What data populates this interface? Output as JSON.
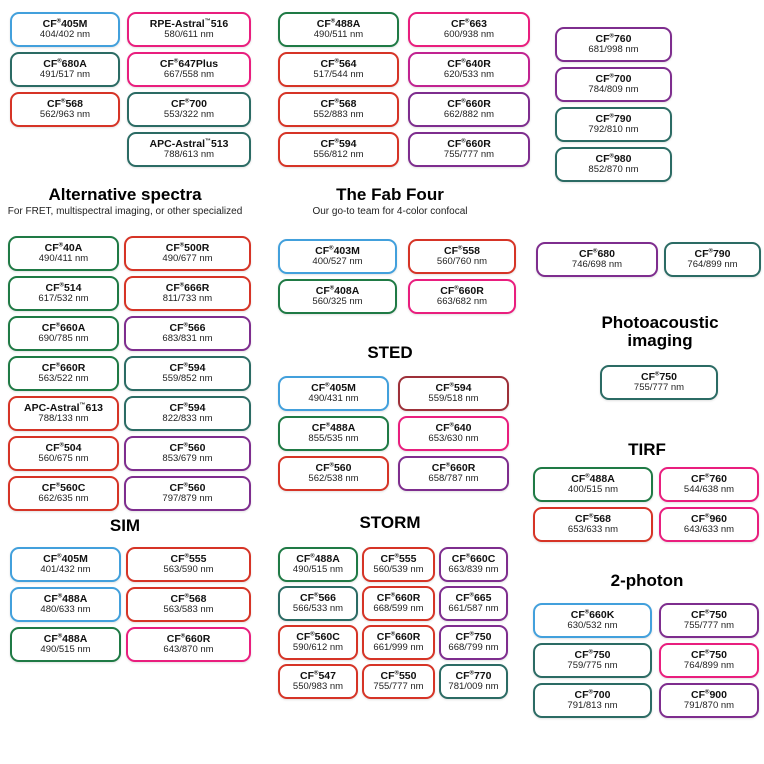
{
  "palette": {
    "blue": "#42a0dc",
    "green": "#1f7a45",
    "teal": "#2b6b64",
    "red": "#d63426",
    "maroon": "#9e3039",
    "pink": "#e91e7e",
    "magenta": "#c12391",
    "purple": "#7e2d8e"
  },
  "headers": {
    "alt": {
      "title": "Alternative spectra",
      "subtitle": "For FRET, multispectral imaging, or other specialized"
    },
    "fab": {
      "title": "The Fab Four",
      "subtitle": "Our go-to team for 4-color confocal"
    },
    "photoacoustic": {
      "title": "Photoacoustic imaging"
    },
    "sted": {
      "title": "STED"
    },
    "tirf": {
      "title": "TIRF"
    },
    "sim": {
      "title": "SIM"
    },
    "storm": {
      "title": "STORM"
    },
    "two_photon": {
      "title": "2-photon"
    }
  },
  "groups": {
    "top_col1": [
      {
        "name": "CF®405M",
        "value": "404/402 nm",
        "color": "blue"
      },
      {
        "name": "CF®680A",
        "value": "491/517 nm",
        "color": "teal"
      },
      {
        "name": "CF®568",
        "value": "562/963 nm",
        "color": "red"
      }
    ],
    "top_col2": [
      {
        "name": "RPE-Astral™516",
        "value": "580/611 nm",
        "color": "pink"
      },
      {
        "name": "CF®647Plus",
        "value": "667/558 nm",
        "color": "pink"
      },
      {
        "name": "CF®700",
        "value": "553/322 nm",
        "color": "teal"
      },
      {
        "name": "APC-Astral™513",
        "value": "788/613 nm",
        "color": "teal"
      }
    ],
    "top_col3": [
      {
        "name": "CF®488A",
        "value": "490/511 nm",
        "color": "green"
      },
      {
        "name": "CF®564",
        "value": "517/544 nm",
        "color": "red"
      },
      {
        "name": "CF®568",
        "value": "552/883 nm",
        "color": "red"
      },
      {
        "name": "CF®594",
        "value": "556/812 nm",
        "color": "red"
      }
    ],
    "top_col4": [
      {
        "name": "CF®663",
        "value": "600/938 nm",
        "color": "pink"
      },
      {
        "name": "CF®640R",
        "value": "620/533 nm",
        "color": "magenta"
      },
      {
        "name": "CF®660R",
        "value": "662/882 nm",
        "color": "purple"
      },
      {
        "name": "CF®660R",
        "value": "755/777 nm",
        "color": "purple"
      }
    ],
    "top_col5": [
      {
        "name": "CF®760",
        "value": "681/998 nm",
        "color": "purple"
      },
      {
        "name": "CF®700",
        "value": "784/809 nm",
        "color": "purple"
      },
      {
        "name": "CF®790",
        "value": "792/810 nm",
        "color": "teal"
      },
      {
        "name": "CF®980",
        "value": "852/870 nm",
        "color": "teal"
      }
    ],
    "alt_col1": [
      {
        "name": "CF®40A",
        "value": "490/411 nm",
        "color": "green"
      },
      {
        "name": "CF®514",
        "value": "617/532 nm",
        "color": "green"
      },
      {
        "name": "CF®660A",
        "value": "690/785 nm",
        "color": "green"
      },
      {
        "name": "CF®660R",
        "value": "563/522 nm",
        "color": "green"
      },
      {
        "name": "APC-Astral™613",
        "value": "788/133 nm",
        "color": "red"
      },
      {
        "name": "CF®504",
        "value": "560/675 nm",
        "color": "red"
      },
      {
        "name": "CF®560C",
        "value": "662/635 nm",
        "color": "red"
      }
    ],
    "alt_col2": [
      {
        "name": "CF®500R",
        "value": "490/677 nm",
        "color": "red"
      },
      {
        "name": "CF®666R",
        "value": "811/733 nm",
        "color": "red"
      },
      {
        "name": "CF®566",
        "value": "683/831 nm",
        "color": "purple"
      },
      {
        "name": "CF®594",
        "value": "559/852 nm",
        "color": "teal"
      },
      {
        "name": "CF®594",
        "value": "822/833 nm",
        "color": "teal"
      },
      {
        "name": "CF®560",
        "value": "853/679 nm",
        "color": "purple"
      },
      {
        "name": "CF®560",
        "value": "797/879 nm",
        "color": "purple"
      }
    ],
    "fab_four": [
      {
        "name": "CF®403M",
        "value": "400/527 nm",
        "color": "blue"
      },
      {
        "name": "CF®558",
        "value": "560/760 nm",
        "color": "red"
      },
      {
        "name": "CF®408A",
        "value": "560/325 nm",
        "color": "green"
      },
      {
        "name": "CF®660R",
        "value": "663/682 nm",
        "color": "pink"
      }
    ],
    "nir_pair": [
      {
        "name": "CF®680",
        "value": "746/698 nm",
        "color": "purple"
      },
      {
        "name": "CF®790",
        "value": "764/899 nm",
        "color": "teal"
      }
    ],
    "photoacoustic": [
      {
        "name": "CF®750",
        "value": "755/777 nm",
        "color": "teal"
      }
    ],
    "sted": [
      {
        "name": "CF®405M",
        "value": "490/431 nm",
        "color": "blue"
      },
      {
        "name": "CF®594",
        "value": "559/518 nm",
        "color": "maroon"
      },
      {
        "name": "CF®488A",
        "value": "855/535 nm",
        "color": "green"
      },
      {
        "name": "CF®640",
        "value": "653/630 nm",
        "color": "pink"
      },
      {
        "name": "CF®560",
        "value": "562/538 nm",
        "color": "red"
      },
      {
        "name": "CF®660R",
        "value": "658/787 nm",
        "color": "purple"
      }
    ],
    "tirf": [
      {
        "name": "CF®488A",
        "value": "400/515 nm",
        "color": "green"
      },
      {
        "name": "CF®760",
        "value": "544/638 nm",
        "color": "pink"
      },
      {
        "name": "CF®568",
        "value": "653/633 nm",
        "color": "red"
      },
      {
        "name": "CF®960",
        "value": "643/633 nm",
        "color": "pink"
      }
    ],
    "sim": [
      {
        "name": "CF®405M",
        "value": "401/432 nm",
        "color": "blue"
      },
      {
        "name": "CF®555",
        "value": "563/590 nm",
        "color": "red"
      },
      {
        "name": "CF®488A",
        "value": "480/633 nm",
        "color": "blue"
      },
      {
        "name": "CF®568",
        "value": "563/583 nm",
        "color": "red"
      },
      {
        "name": "CF®488A",
        "value": "490/515 nm",
        "color": "green"
      },
      {
        "name": "CF®660R",
        "value": "643/870 nm",
        "color": "pink"
      }
    ],
    "storm": [
      {
        "name": "CF®488A",
        "value": "490/515 nm",
        "color": "green"
      },
      {
        "name": "CF®555",
        "value": "560/539 nm",
        "color": "red"
      },
      {
        "name": "CF®660C",
        "value": "663/839 nm",
        "color": "purple"
      },
      {
        "name": "CF®566",
        "value": "566/533 nm",
        "color": "teal"
      },
      {
        "name": "CF®660R",
        "value": "668/599 nm",
        "color": "red"
      },
      {
        "name": "CF®665",
        "value": "661/587 nm",
        "color": "purple"
      },
      {
        "name": "CF®560C",
        "value": "590/612 nm",
        "color": "red"
      },
      {
        "name": "CF®660R",
        "value": "661/999 nm",
        "color": "red"
      },
      {
        "name": "CF®750",
        "value": "668/799 nm",
        "color": "purple"
      },
      {
        "name": "CF®547",
        "value": "550/983 nm",
        "color": "red"
      },
      {
        "name": "CF®550",
        "value": "755/777 nm",
        "color": "red"
      },
      {
        "name": "CF®770",
        "value": "781/009 nm",
        "color": "teal"
      }
    ],
    "two_photon": [
      {
        "name": "CF®660K",
        "value": "630/532 nm",
        "color": "blue"
      },
      {
        "name": "CF®750",
        "value": "755/777 nm",
        "color": "purple"
      },
      {
        "name": "CF®750",
        "value": "759/775 nm",
        "color": "teal"
      },
      {
        "name": "CF®750",
        "value": "764/899 nm",
        "color": "pink"
      },
      {
        "name": "CF®700",
        "value": "791/813 nm",
        "color": "teal"
      },
      {
        "name": "CF®900",
        "value": "791/870 nm",
        "color": "purple"
      }
    ]
  }
}
